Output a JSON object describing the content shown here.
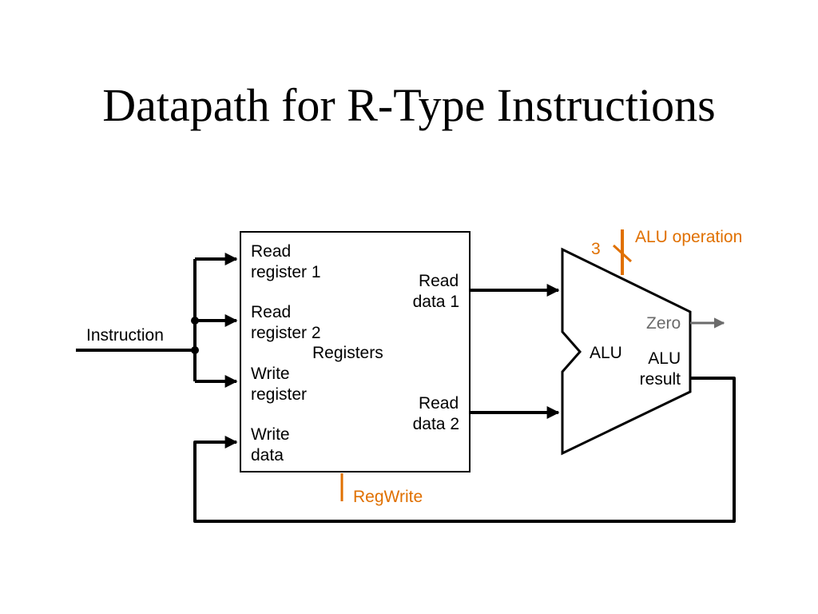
{
  "title": "Datapath for R-Type Instructions",
  "colors": {
    "wire": "#000000",
    "control": "#e07000",
    "zero": "#6b6b6b"
  },
  "instruction": {
    "label": "Instruction"
  },
  "registers": {
    "name": "Registers",
    "read_register_1": [
      "Read",
      "register 1"
    ],
    "read_register_2": [
      "Read",
      "register 2"
    ],
    "write_register": [
      "Write",
      "register"
    ],
    "write_data": [
      "Write",
      "data"
    ],
    "read_data_1": [
      "Read",
      "data 1"
    ],
    "read_data_2": [
      "Read",
      "data 2"
    ]
  },
  "alu": {
    "name": "ALU",
    "zero": "Zero",
    "result": [
      "ALU",
      "result"
    ],
    "operation": "ALU operation",
    "operation_width": "3"
  },
  "regwrite": {
    "label": "RegWrite"
  }
}
